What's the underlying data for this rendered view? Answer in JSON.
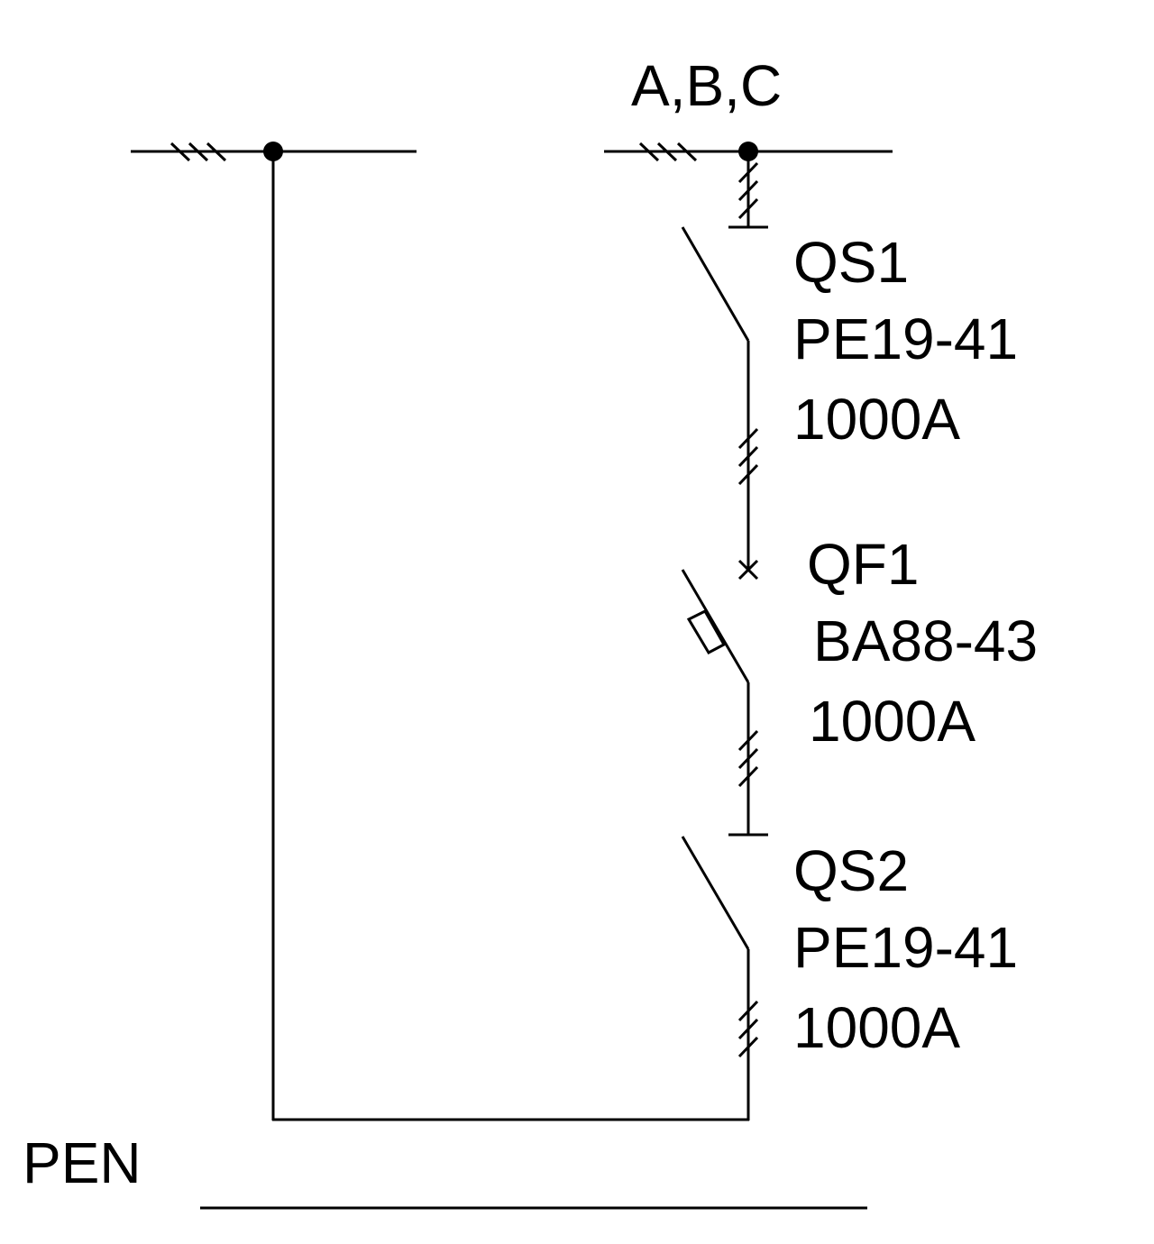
{
  "bus_label": "A,B,C",
  "neutral_label": "PEN",
  "devices": [
    {
      "designation": "QS1",
      "model": "PE19-41",
      "rating": "1000A",
      "type": "disconnector"
    },
    {
      "designation": "QF1",
      "model": "BA88-43",
      "rating": "1000A",
      "type": "circuit-breaker"
    },
    {
      "designation": "QS2",
      "model": "PE19-41",
      "rating": "1000A",
      "type": "disconnector"
    }
  ],
  "colors": {
    "line": "#000000",
    "background": "#ffffff"
  }
}
